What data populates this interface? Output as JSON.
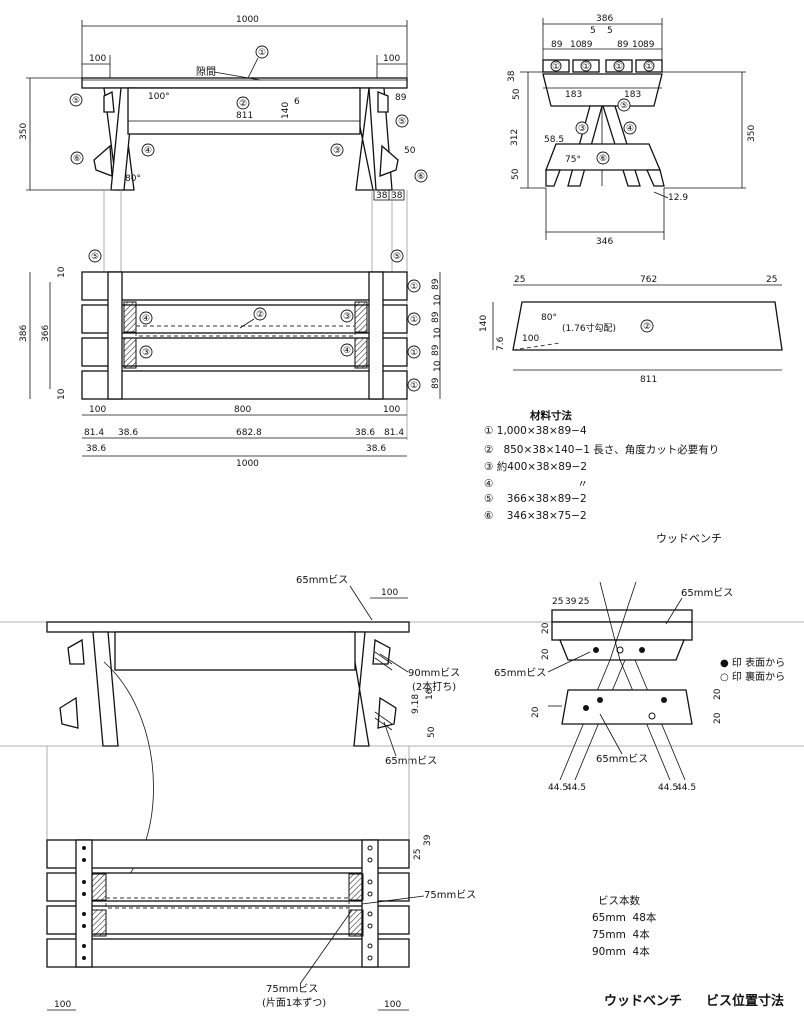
{
  "dimensions": {
    "total_length": "1000",
    "overhang": "100",
    "total_height": "350",
    "apron_length": "811",
    "apron_mid": "140",
    "small_6": "6",
    "bevel_89": "89",
    "angle_100": "100°",
    "angle_80": "80°",
    "leg_thick": "38",
    "side_width": "386",
    "side_h_top": "38",
    "side_h_50a": "50",
    "side_h_312": "312",
    "side_h_50b": "50",
    "side_b1": "89",
    "side_b2": "10",
    "side_b3": "89",
    "side_b4": "5",
    "side_b5": "5",
    "side_183": "183",
    "side_58": "58.5",
    "side_75deg": "75°",
    "side_129": "12.9",
    "side_346": "346",
    "plan_386": "386",
    "plan_366": "366",
    "plan_10": "10",
    "plan_89": "89",
    "plan_800": "800",
    "plan_814": "81.4",
    "plan_386b": "38.6",
    "plan_6828": "682.8",
    "apron_25": "25",
    "apron_762": "762",
    "apron_140": "140",
    "apron_76": "7.6",
    "apron_100": "100",
    "apron_angle": "80°",
    "apron_gradient": "(1.76寸勾配)",
    "apron_811": "811",
    "scr_25": "25",
    "scr_39": "39",
    "scr_445": "44.5",
    "scr_20": "20",
    "scr_918": "9.18",
    "scr_50": "50",
    "scr_16": "16"
  },
  "labels": {
    "gap": "隙間",
    "c1": "①",
    "c2": "②",
    "c3": "③",
    "c4": "④",
    "c5": "⑤",
    "c6": "⑥"
  },
  "materials": {
    "title": "材料寸法",
    "rows": [
      {
        "no": "①",
        "spec": "1,000×38×89−4"
      },
      {
        "no": "②",
        "spec": "850×38×140−1 長さ、角度カット必要有り"
      },
      {
        "no": "③",
        "spec": "約400×38×89−2"
      },
      {
        "no": "④",
        "spec": "〃"
      },
      {
        "no": "⑤",
        "spec": "366×38×89−2"
      },
      {
        "no": "⑥",
        "spec": "346×38×75−2"
      }
    ]
  },
  "title_top": "ウッドベンチ",
  "screws": {
    "s65": "65mmビス",
    "s90": "90mmビス",
    "s90_note": "(2本打ち)",
    "s75": "75mmビス",
    "s75_note": "(片面1本ずつ)",
    "legend_front": "● 印 表面から",
    "legend_back": "○ 印 裏面から",
    "count_title": "ビス本数",
    "counts": [
      {
        "size": "65mm",
        "n": "48本"
      },
      {
        "size": "75mm",
        "n": "4本"
      },
      {
        "size": "90mm",
        "n": "4本"
      }
    ]
  },
  "title_bottom": "ウッドベンチ",
  "title_bottom_sub": "ビス位置寸法"
}
